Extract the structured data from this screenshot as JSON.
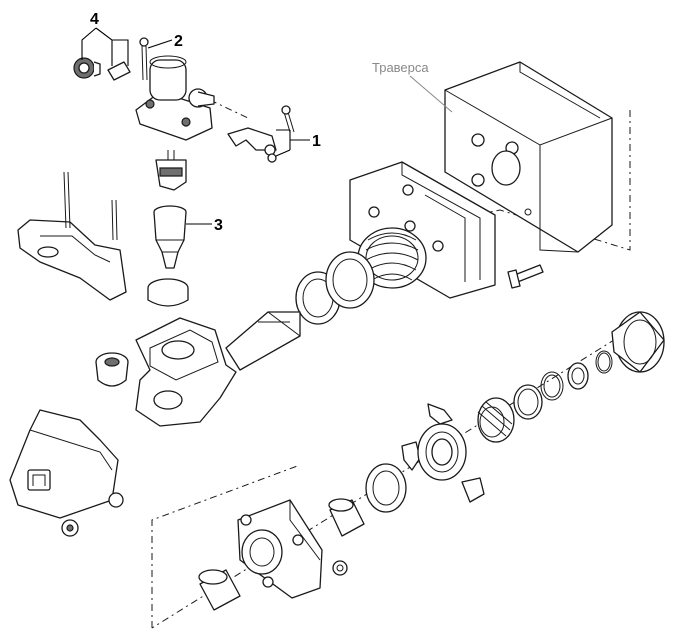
{
  "callouts": {
    "one": "1",
    "two": "2",
    "three": "3",
    "four": "4"
  },
  "labels": {
    "crossbar": "Траверса"
  },
  "colors": {
    "line": "#1a1a1a",
    "label_grey": "#888888",
    "shade": "#6f6f6f"
  }
}
